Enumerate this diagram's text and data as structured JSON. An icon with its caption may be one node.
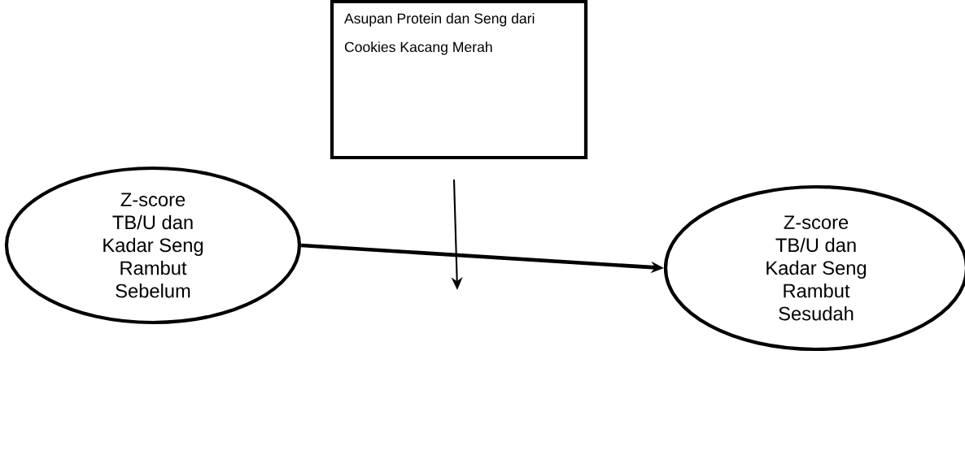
{
  "diagram": {
    "nodes": [
      {
        "text": [
          "Asupan Protein dan Seng dari Cookies Kacang Merah"
        ]
      },
      {
        "text": [
          "Z-score TB/U dan Kadar Seng Rambut Sebelum"
        ]
      },
      {
        "text": [
          "Z-score TB/U dan Kadar Seng Rambut Sesudah"
        ]
      }
    ],
    "edges": [
      {
        "from": 1,
        "to": 2,
        "arrow": "to",
        "style": "thick"
      },
      {
        "from": 0,
        "to": null,
        "arrow": "to"
      }
    ]
  }
}
